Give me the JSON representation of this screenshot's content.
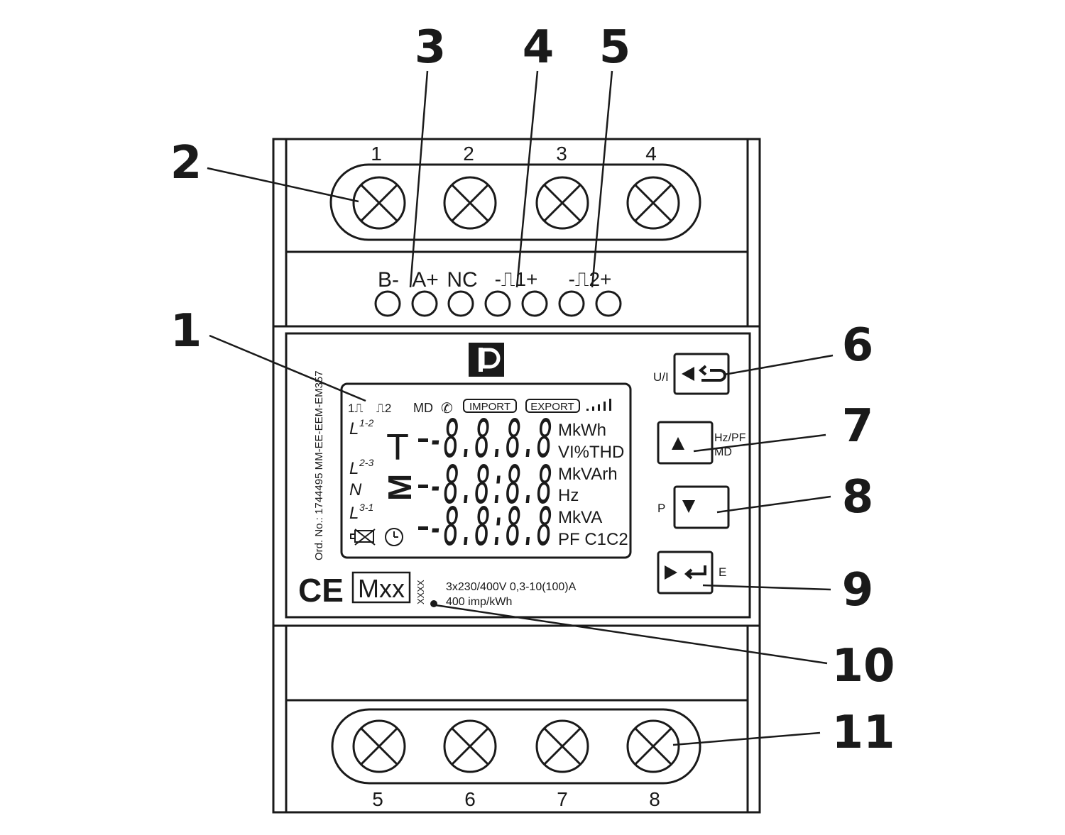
{
  "callouts": [
    "1",
    "2",
    "3",
    "4",
    "5",
    "6",
    "7",
    "8",
    "9",
    "10",
    "11"
  ],
  "top_terminals": [
    "1",
    "2",
    "3",
    "4"
  ],
  "bottom_terminals": [
    "5",
    "6",
    "7",
    "8"
  ],
  "comm_labels": {
    "b": "B-",
    "a": "A+",
    "nc": "NC",
    "p1": "-⎍1+",
    "p2": "-⎍2+"
  },
  "order_no": "Ord. No.: 1744495 MM-EE-EEM-EM357",
  "lcd": {
    "pulse1": "1⎍",
    "pulse2": "⎍2",
    "md": "MD",
    "phone_icon": "✆",
    "import": "IMPORT",
    "export": "EXPORT",
    "L12": "1-2",
    "L23": "2-3",
    "L31": "3-1",
    "L": "L",
    "N": "N",
    "T": "T",
    "M": "M",
    "digits1": "-8.8.8.8",
    "digits2": "-8.8:8.8",
    "digits3": "-8.8:8.8",
    "units": [
      "MkWh",
      "VI%THD",
      "MkVArh",
      "Hz",
      "MkVA",
      "PF C1C2"
    ]
  },
  "buttons": {
    "ui": "U/I",
    "hzpf": "Hz/PF",
    "md": "MD",
    "p": "P",
    "e": "E"
  },
  "ce": "CE",
  "mxx": "Mxx",
  "xxxx": "XXXX",
  "rating": "3x230/400V 0,3-10(100)A",
  "imp": "400 imp/kWh",
  "colors": {
    "line": "#1a1a1a",
    "bg": "#ffffff"
  }
}
